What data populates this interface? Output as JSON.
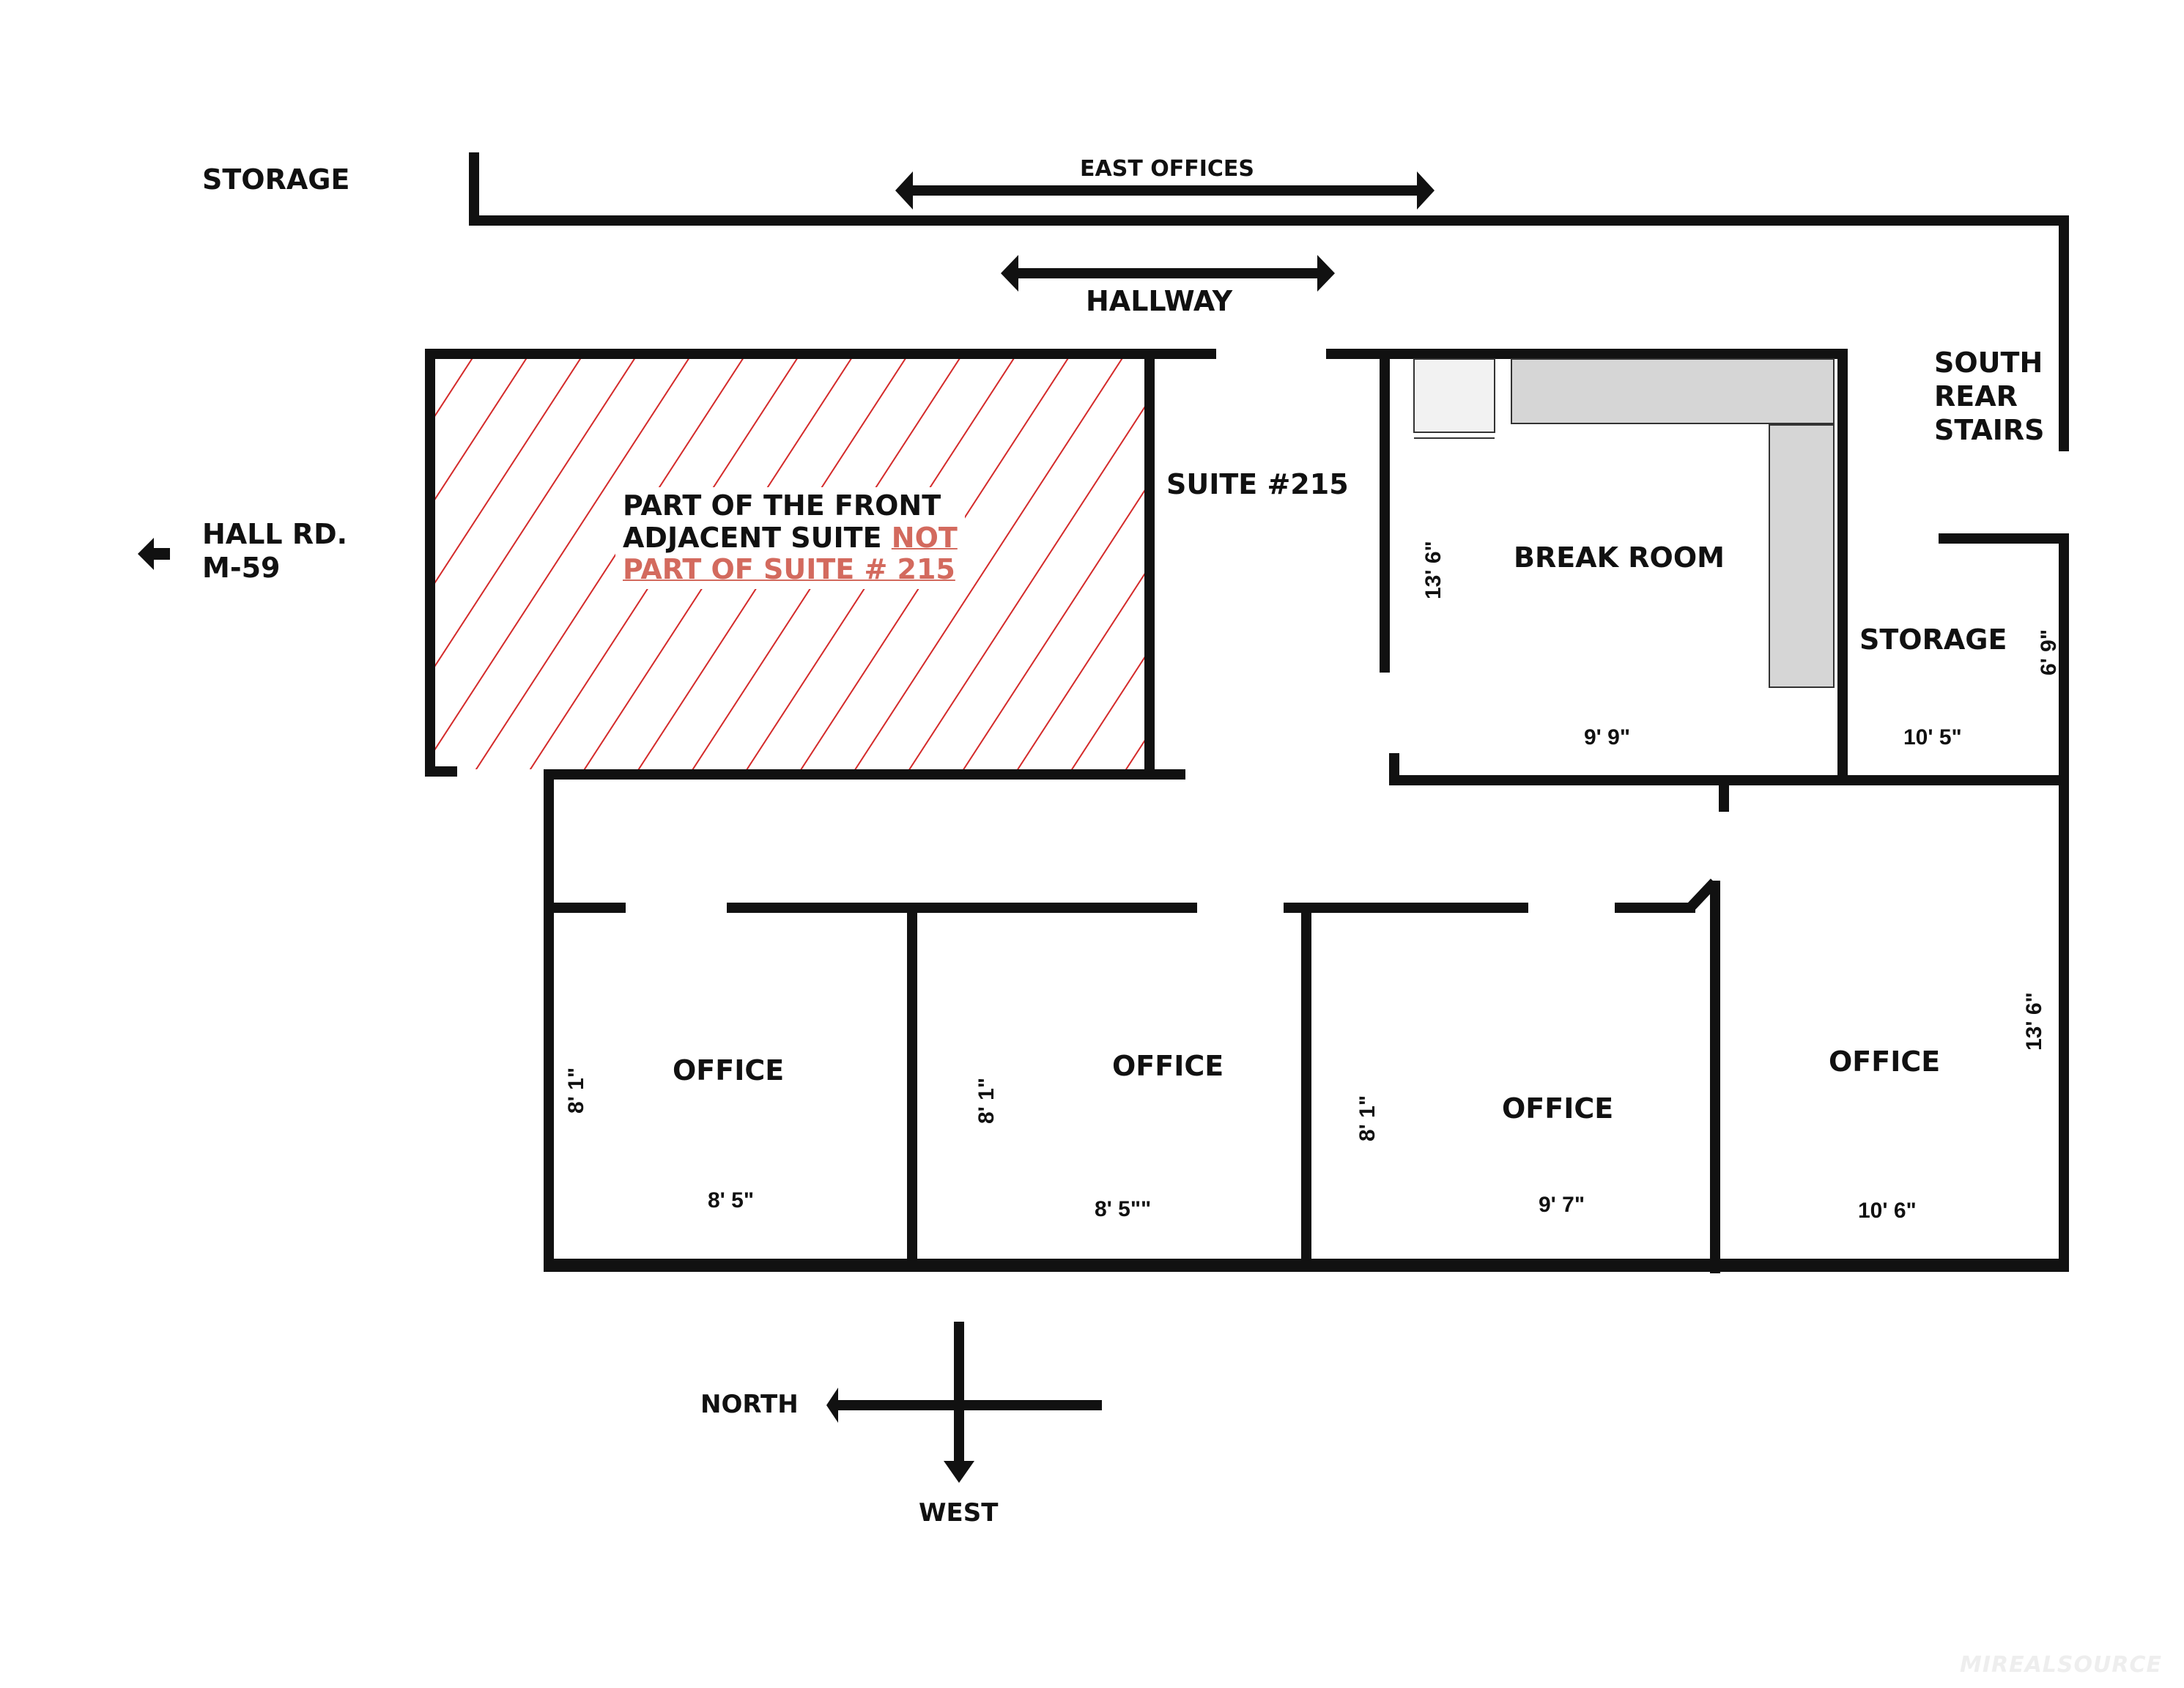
{
  "floor_plan": {
    "title": "SUITE #215",
    "compass": {
      "north_label": "NORTH",
      "west_label": "WEST"
    },
    "external_labels": {
      "storage_top": "STORAGE",
      "road_line1": "HALL RD.",
      "road_line2": "M-59",
      "east_offices": "EAST OFFICES",
      "hallway": "HALLWAY",
      "stairs_line1": "SOUTH",
      "stairs_line2": "REAR",
      "stairs_line3": "STAIRS"
    },
    "excluded_area": {
      "line1": "PART OF THE FRONT",
      "line2_black": "ADJACENT SUITE ",
      "line2_red": "NOT",
      "line3_red": "PART OF SUITE # 215",
      "hatch_color": "#d42a2a",
      "note_color": "#d36a5e"
    },
    "rooms": [
      {
        "name": "BREAK ROOM",
        "width": "9' 9\"",
        "depth": "13' 6\""
      },
      {
        "name": "STORAGE",
        "width": "10' 5\"",
        "depth": "6' 9\""
      },
      {
        "name": "OFFICE",
        "width": "8' 5\"",
        "depth": "8' 1\""
      },
      {
        "name": "OFFICE",
        "width": "8' 5\"\"",
        "depth": "8' 1\""
      },
      {
        "name": "OFFICE",
        "width": "9' 7\"",
        "depth": "8' 1\""
      },
      {
        "name": "OFFICE",
        "width": "10' 6\"",
        "depth": "13' 6\""
      }
    ],
    "colors": {
      "wall": "#111111",
      "counter": "#d6d6d6",
      "background": "#ffffff"
    },
    "watermark": "MIREALSOURCE"
  }
}
